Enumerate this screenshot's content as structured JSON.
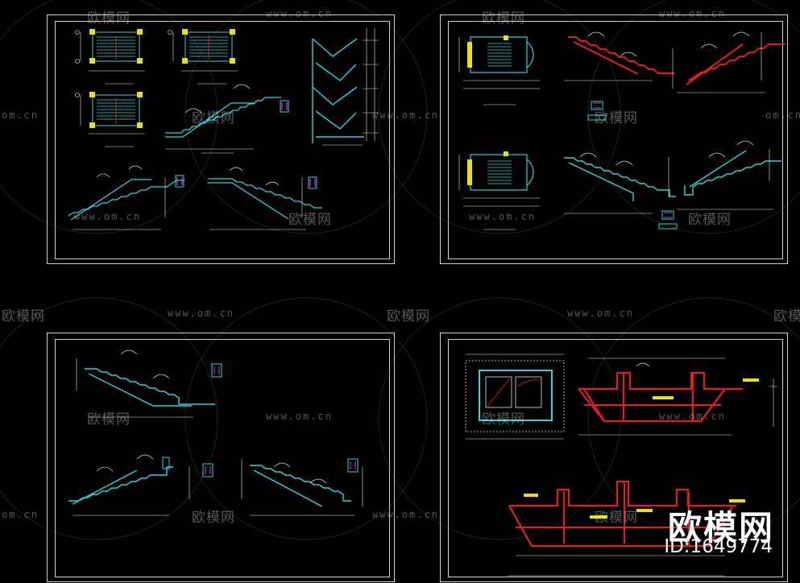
{
  "watermark": {
    "brand": "欧模网",
    "url": "www.om.cn",
    "url_short": "om.cn",
    "id_text": "ID:1649774"
  },
  "colors": {
    "background": "#000000",
    "frame": "#cfcfcf",
    "cyan": "#2ad3d8",
    "red": "#e0201e",
    "yellow": "#e8e010",
    "magenta": "#d83ad8",
    "white": "#e6e6e6"
  }
}
